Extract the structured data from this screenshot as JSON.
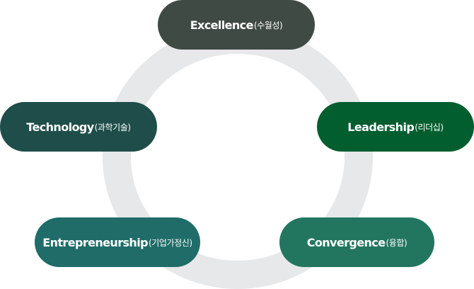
{
  "diagram": {
    "ring_color": "#e7e8ea",
    "nodes": [
      {
        "id": "excellence",
        "label_en": "Excellence",
        "label_ko": "(수월성)",
        "color": "#404a44"
      },
      {
        "id": "leadership",
        "label_en": "Leadership",
        "label_ko": "(리더십)",
        "color": "#035e2f"
      },
      {
        "id": "technology",
        "label_en": "Technology",
        "label_ko": "(과학기술)",
        "color": "#1f4e4a"
      },
      {
        "id": "entrepreneur",
        "label_en": "Entrepreneurship",
        "label_ko": "(기업가정신)",
        "color": "#1f6c68"
      },
      {
        "id": "convergence",
        "label_en": "Convergence",
        "label_ko": "(융합)",
        "color": "#22765f"
      }
    ]
  }
}
